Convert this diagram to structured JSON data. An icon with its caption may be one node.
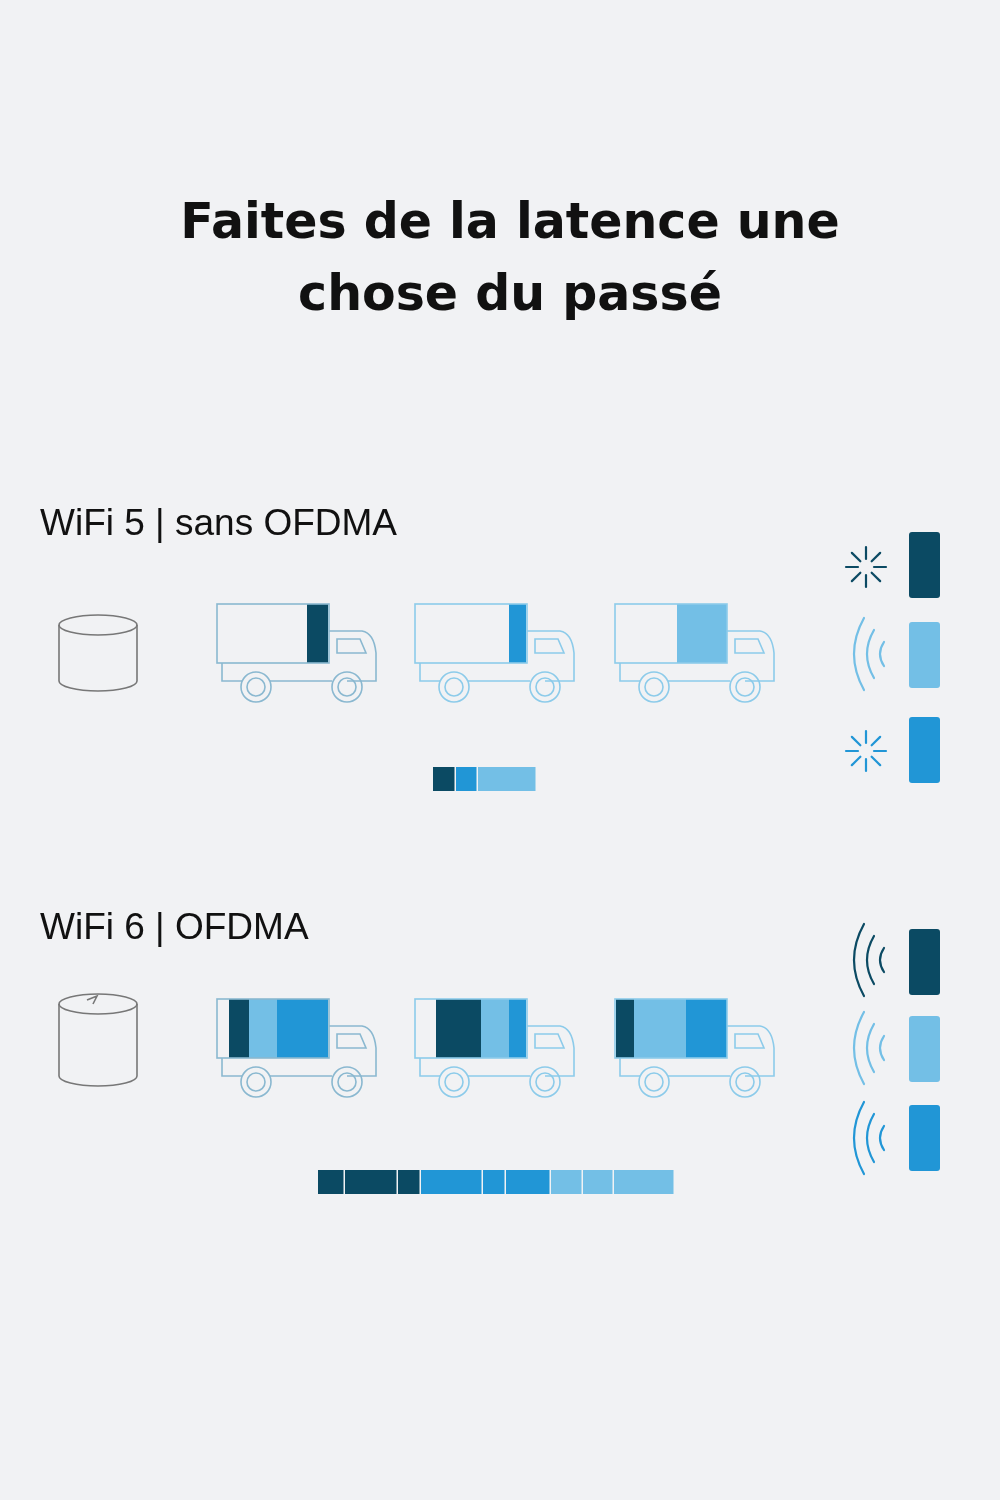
{
  "diagram": {
    "title": "Faites de la latence une chose du passé",
    "labels": [
      "WiFi 5 | sans OFDMA",
      "WiFi 6 | OFDMA"
    ]
  }
}
